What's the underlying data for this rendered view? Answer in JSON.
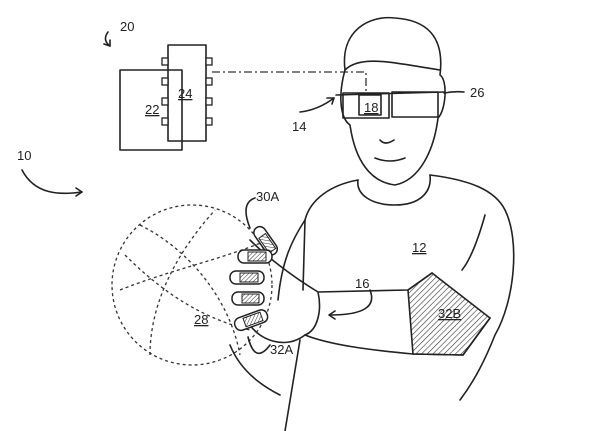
{
  "figure": {
    "labels": {
      "system": "10",
      "user": "12",
      "display_device": "14",
      "wearable_link": "16",
      "display": "18",
      "computing_system": "20",
      "memory": "22",
      "processor": "24",
      "camera": "26",
      "ball": "28",
      "finger_sensor": "30A",
      "hand_sensor": "32A",
      "arm_sensor": "32B"
    }
  }
}
